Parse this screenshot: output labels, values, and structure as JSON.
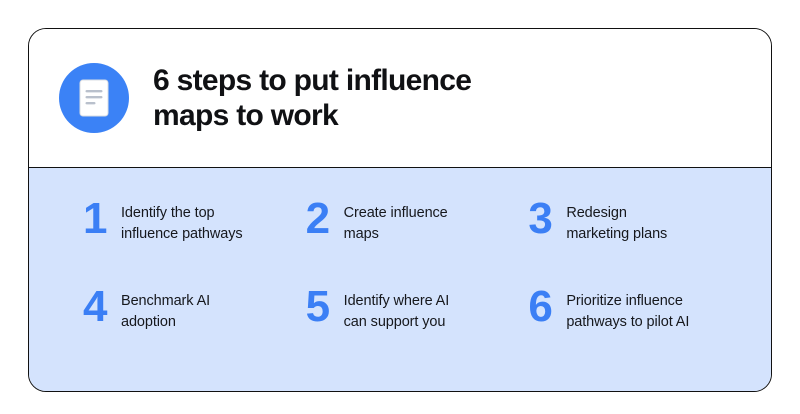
{
  "card": {
    "header": {
      "icon_name": "document-lines-icon",
      "icon_circle_color": "#3b82f6",
      "title": "6 steps to put influence\nmaps to work"
    },
    "body": {
      "background_color": "#d4e3fd",
      "number_color": "#3b7ff5",
      "steps": [
        {
          "number": "1",
          "label": "Identify the top\ninfluence pathways"
        },
        {
          "number": "2",
          "label": "Create influence\nmaps"
        },
        {
          "number": "3",
          "label": "Redesign\nmarketing plans"
        },
        {
          "number": "4",
          "label": "Benchmark AI\nadoption"
        },
        {
          "number": "5",
          "label": "Identify where AI\ncan support you"
        },
        {
          "number": "6",
          "label": "Prioritize influence\npathways to pilot AI"
        }
      ]
    }
  }
}
